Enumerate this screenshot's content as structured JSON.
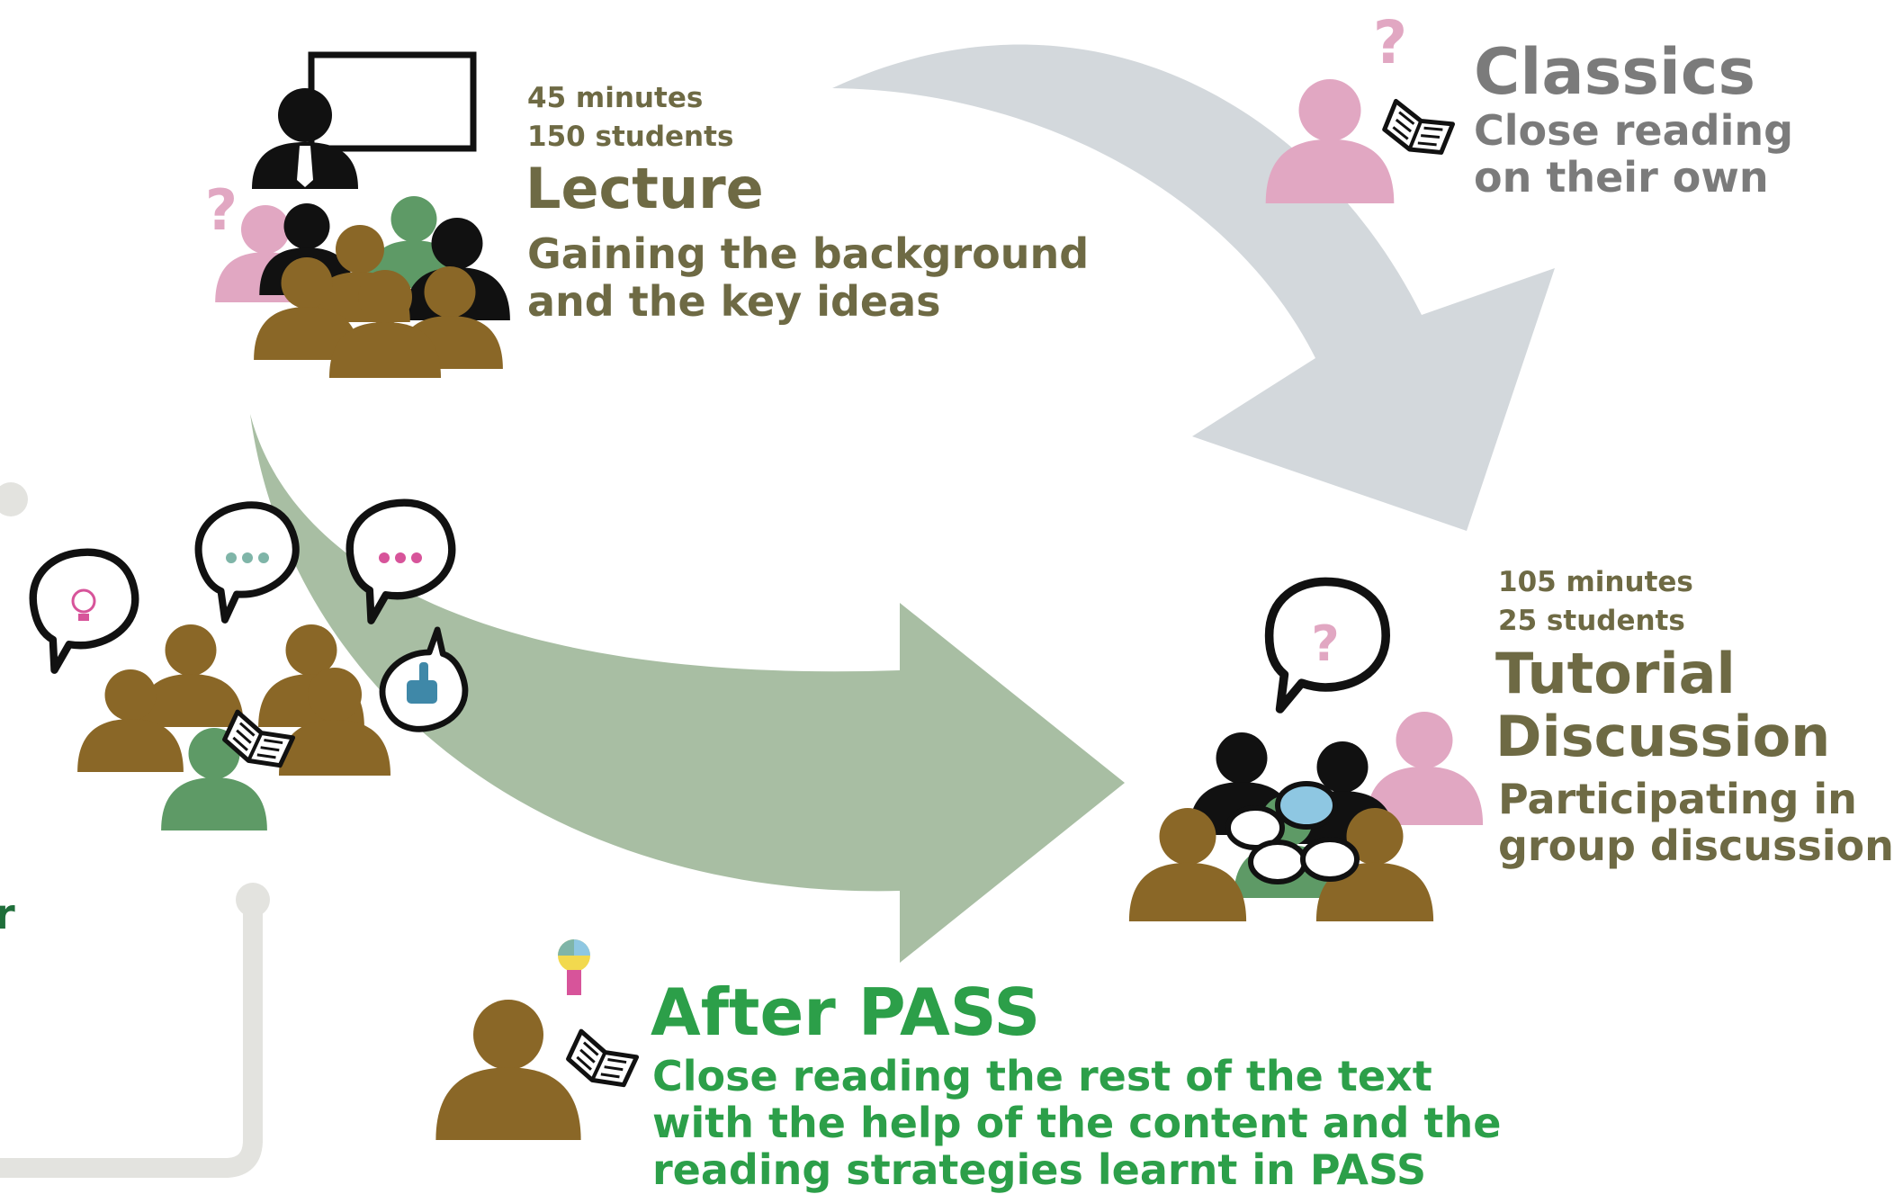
{
  "colors": {
    "brown_text": "#6e6a44",
    "gray_text": "#7b7b7b",
    "green_text": "#2c9f49",
    "brown_figure": "#8a6727",
    "green_figure": "#5e9a66",
    "pink_figure": "#e1a7c2",
    "black_figure": "#111111",
    "arrow_gray": "#d3d8dc",
    "arrow_green": "#a8bea3",
    "track_gray": "#e3e3df",
    "teal_dots": "#7fb5a8",
    "pink_dots": "#d7549a",
    "blue_thumb": "#3f88a8",
    "light_blue": "#8ec7e2"
  },
  "icons": [
    "teacher-icon",
    "whiteboard-icon",
    "student-group-icon",
    "question-mark-icon",
    "student-icon",
    "book-icon",
    "speech-bubble-icon",
    "lightbulb-icon",
    "thumbs-up-icon"
  ],
  "lecture": {
    "duration": "45 minutes",
    "students": "150 students",
    "title": "Lecture",
    "desc_line1": "Gaining the background",
    "desc_line2": "and the key ideas"
  },
  "classics": {
    "title": "Classics",
    "desc_line1": "Close reading",
    "desc_line2": "on their own"
  },
  "tutorial": {
    "duration": "105 minutes",
    "students": "25 students",
    "title_line1": "Tutorial",
    "title_line2": "Discussion",
    "desc_line1": "Participating in",
    "desc_line2": "group discussion"
  },
  "after_pass": {
    "title": "After PASS",
    "desc_line1": "Close reading the rest of the text",
    "desc_line2": "with the help of the content and the",
    "desc_line3": "reading strategies learnt in PASS"
  },
  "cropped_left_text": "r"
}
